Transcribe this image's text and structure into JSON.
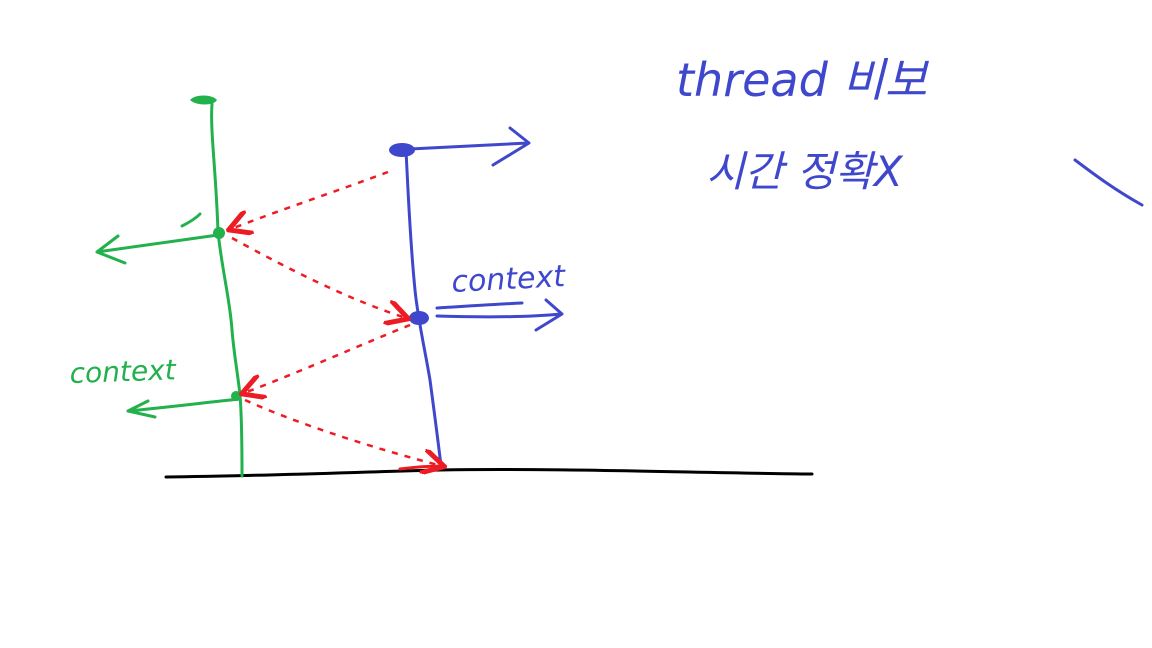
{
  "colors": {
    "thread_a": "#22b14c",
    "thread_b": "#3f48cc",
    "switch": "#ed1c24",
    "baseline": "#000000",
    "background": "#ffffff"
  },
  "labels": {
    "context_a": "context",
    "context_b": "context",
    "note_line1": "thread 비보",
    "note_line2": "시간 정확X"
  }
}
